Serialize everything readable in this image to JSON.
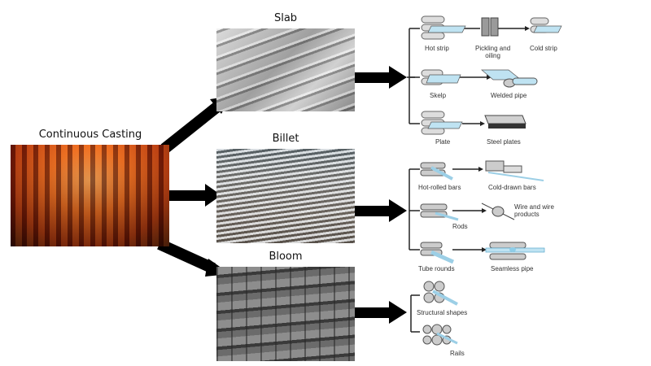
{
  "diagram": {
    "source": {
      "label": "Continuous Casting"
    },
    "stages": [
      {
        "label": "Slab",
        "products": [
          {
            "label": "Hot strip"
          },
          {
            "label": "Pickling and\noiling"
          },
          {
            "label": "Cold strip"
          },
          {
            "label": "Skelp"
          },
          {
            "label": "Welded pipe"
          },
          {
            "label": "Plate"
          },
          {
            "label": "Steel plates"
          }
        ]
      },
      {
        "label": "Billet",
        "products": [
          {
            "label": "Hot-rolled bars"
          },
          {
            "label": "Cold-drawn bars"
          },
          {
            "label": "Rods"
          },
          {
            "label": "Wire and wire\nproducts"
          },
          {
            "label": "Tube rounds"
          },
          {
            "label": "Seamless pipe"
          }
        ]
      },
      {
        "label": "Bloom",
        "products": [
          {
            "label": "Structural shapes"
          },
          {
            "label": "Rails"
          }
        ]
      }
    ],
    "colors": {
      "arrow": "#000000",
      "molten": "#e8501a",
      "steel_light": "#d8d8d8",
      "steel_dark": "#6a6a6a",
      "product_blue": "#bfe3f2"
    }
  }
}
